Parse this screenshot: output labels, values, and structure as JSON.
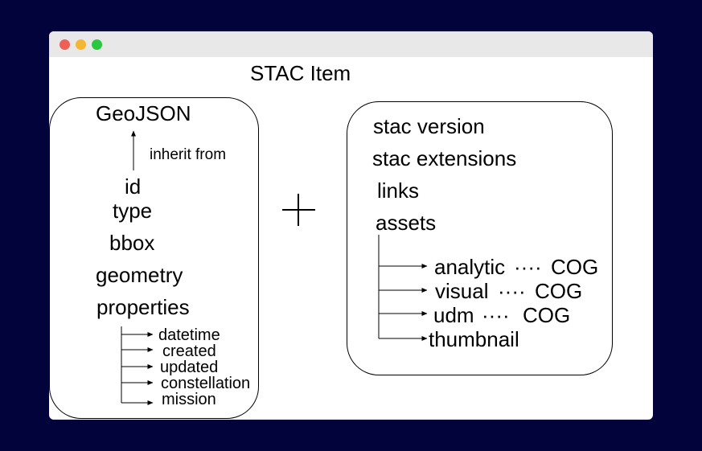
{
  "window": {
    "controls": {
      "close_color": "#ed5f57",
      "minimize_color": "#f5b731",
      "zoom_color": "#28c840"
    }
  },
  "diagram": {
    "title": "STAC Item",
    "plus_symbol": "+",
    "left_box": {
      "parent": "GeoJSON",
      "inherit_label": "inherit from",
      "fields": [
        "id",
        "type",
        "bbox",
        "geometry",
        "properties"
      ],
      "property_children": [
        "datetime",
        "created",
        "updated",
        "constellation",
        "mission"
      ]
    },
    "right_box": {
      "fields": [
        "stac version",
        "stac extensions",
        "links",
        "assets"
      ],
      "asset_children": [
        {
          "name": "analytic",
          "dots": "····",
          "format": "COG"
        },
        {
          "name": "visual",
          "dots": "····",
          "format": "COG"
        },
        {
          "name": "udm",
          "dots": "····",
          "format": "COG"
        },
        {
          "name": "thumbnail"
        }
      ]
    }
  }
}
